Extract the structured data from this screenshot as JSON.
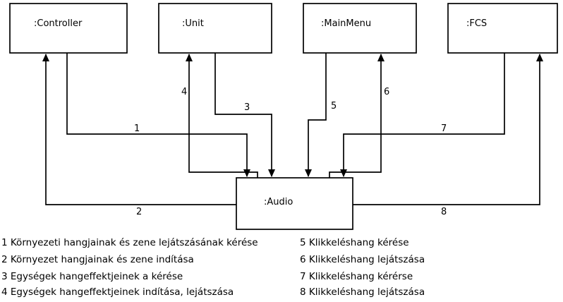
{
  "diagram": {
    "nodes": {
      "controller": ":Controller",
      "unit": ":Unit",
      "mainmenu": ":MainMenu",
      "fcs": ":FCS",
      "audio": ":Audio"
    },
    "messages": {
      "m1": "1",
      "m2": "2",
      "m3": "3",
      "m4": "4",
      "m5": "5",
      "m6": "6",
      "m7": "7",
      "m8": "8"
    },
    "legend_left": [
      "1 Környezeti hangjainak és zene lejátszásának kérése",
      "2 Környezet hangjainak és zene indítása",
      "3 Egységek hangeffektjeinek a kérése",
      "4 Egységek hangeffektjeinek indítása, lejátszása"
    ],
    "legend_right": [
      "5 Klikkeléshang kérése",
      "6 Klikkeléshang lejátszása",
      "7 Klikkeléshang kérérse",
      "8 Klikkeléshang lejátszása"
    ],
    "colors": {
      "line": "#000000",
      "box_fill": "#ffffff",
      "text": "#000000",
      "background": "#ffffff"
    }
  }
}
